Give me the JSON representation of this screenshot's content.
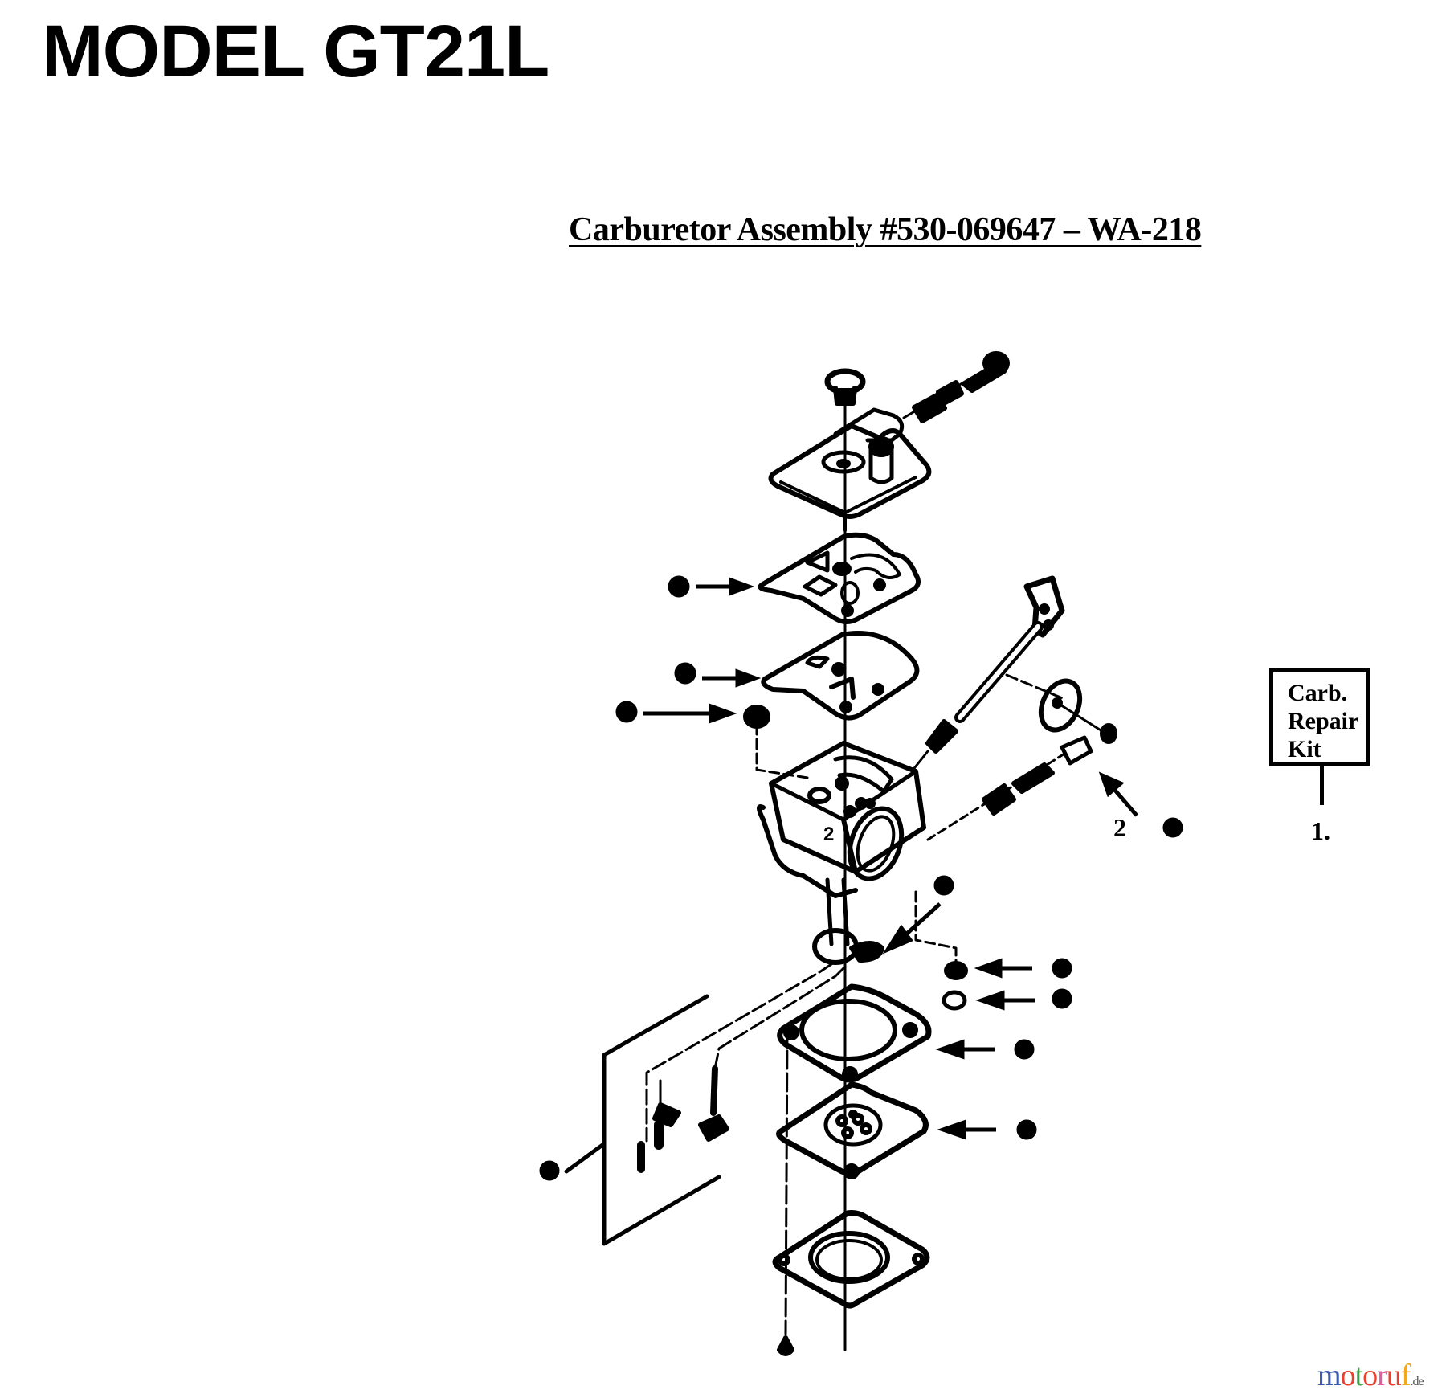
{
  "header": {
    "model_title": "MODEL GT21L"
  },
  "diagram": {
    "title": "Carburetor Assembly #530-069647 – WA-218",
    "repair_kit": {
      "lines": [
        "Carb.",
        "Repair",
        "Kit"
      ],
      "ref_number": "1."
    },
    "part_ref_number": "2",
    "kit_markers_count": 12,
    "marker_symbol": "filled-dot"
  },
  "watermark": {
    "letters": [
      "m",
      "o",
      "t",
      "o",
      "r",
      "u",
      "f"
    ],
    "letter_colors": [
      "#3b5bb5",
      "#e8402f",
      "#3aa34a",
      "#e8402f",
      "#e05ca0",
      "#e8402f",
      "#f2a91e"
    ],
    "suffix": ".de"
  }
}
